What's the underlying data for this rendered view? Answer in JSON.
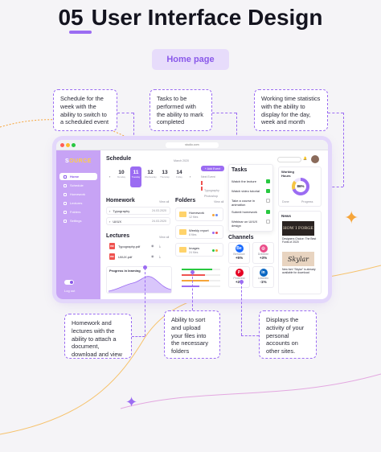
{
  "heading": {
    "number": "05",
    "title": "User Interface Design"
  },
  "page_label": "Home page",
  "callouts": {
    "schedule": "Schedule for the week with the ability to switch to a scheduled event",
    "tasks": "Tasks to be performed with the ability to mark completed",
    "working_time": "Working time statistics with the ability to display for the day, week and month",
    "homework": "Homework and lectures with the ability to attach a document, download and view",
    "folders": "Ability to sort and upload your files into the necessary folders",
    "channels": "Displays the activity of your personal accounts on other sites."
  },
  "app": {
    "url": "studio.com",
    "logo_a": "S",
    "logo_b": "OURCE",
    "sidebar": [
      "Home",
      "Schedule",
      "Homework",
      "Lectures",
      "Folders",
      "Settings"
    ],
    "logout": "Log out",
    "schedule": {
      "title": "Schedule",
      "month": "March 2020",
      "days": [
        {
          "num": "10",
          "label": "Monday"
        },
        {
          "num": "11",
          "label": "Tuesday"
        },
        {
          "num": "12",
          "label": "Wednesday"
        },
        {
          "num": "13",
          "label": "Thursday"
        },
        {
          "num": "14",
          "label": "Friday"
        }
      ],
      "add_button": "+ Add Event",
      "next_event": "Next Event",
      "events": [
        "Typography",
        "Photoshop"
      ]
    },
    "homework": {
      "title": "Homework",
      "view_all": "View all",
      "items": [
        {
          "name": "Typography",
          "date": "24.03.2020"
        },
        {
          "name": "UI/UX",
          "date": "24.03.2020"
        }
      ]
    },
    "lectures": {
      "title": "Lectures",
      "view_all": "View all",
      "files": [
        "Typography.pdf",
        "UI/UX.pdf"
      ],
      "progress_title": "Progress in learning"
    },
    "folders": {
      "title": "Folders",
      "view_all": "View all",
      "items": [
        {
          "name": "Homework",
          "meta": "12 files"
        },
        {
          "name": "Weekly report",
          "meta": "8 files"
        },
        {
          "name": "Images",
          "meta": "24 files"
        }
      ]
    },
    "tasks": {
      "title": "Tasks",
      "items": [
        {
          "text": "Watch the lecture",
          "done": true
        },
        {
          "text": "Watch video tutorial",
          "done": true
        },
        {
          "text": "Take a course in animation",
          "done": false
        },
        {
          "text": "Submit homework",
          "done": true
        },
        {
          "text": "Webinar on UI/UX design",
          "done": false
        }
      ]
    },
    "channels": {
      "title": "Channels",
      "items": [
        {
          "icon": "Be",
          "name": "Behance",
          "value": "+5%",
          "color": "#1769ff"
        },
        {
          "icon": "◎",
          "name": "Dribbble",
          "value": "+3%",
          "color": "#ea4c89"
        },
        {
          "icon": "P",
          "name": "Pinterest",
          "value": "+2%",
          "color": "#e60023"
        },
        {
          "icon": "in",
          "name": "LinkedIn",
          "value": "-1%",
          "color": "#0a66c2"
        }
      ]
    },
    "working_hours": {
      "title": "Working Hours",
      "value": "86%",
      "percent": 86,
      "legend": [
        "Done",
        "Progress"
      ]
    },
    "news": {
      "title": "News",
      "items": [
        {
          "image_text": "HOW I FORGE",
          "caption": "Designers Choice: The Best Fonts of 2020"
        },
        {
          "image_text": "Skylar",
          "caption": "New font \"Skylar\" is already available for download"
        }
      ]
    }
  },
  "colors": {
    "accent": "#9b6cf2",
    "sidebar": "#c7a3f5",
    "star": "#f6a53a"
  }
}
